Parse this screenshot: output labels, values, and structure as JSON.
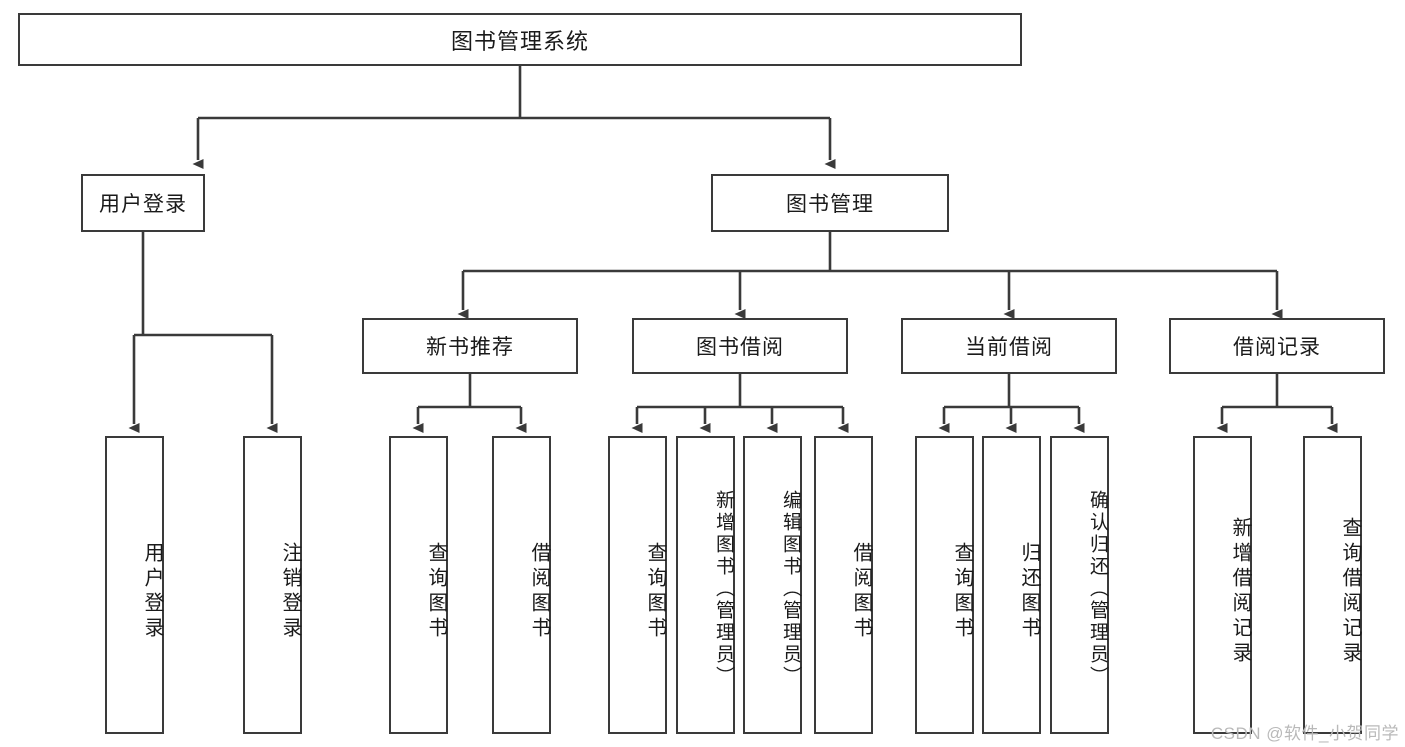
{
  "diagram": {
    "title": "图书管理系统",
    "type": "hierarchy-tree",
    "levels": 4,
    "nodes": {
      "root": "图书管理系统",
      "l1_user": "用户登录",
      "l1_book": "图书管理",
      "l2_newbook": "新书推荐",
      "l2_borrow": "图书借阅",
      "l2_current": "当前借阅",
      "l2_record": "借阅记录",
      "leaf_user_login": "用户登录",
      "leaf_user_logout": "注销登录",
      "leaf_new_query": "查询图书",
      "leaf_new_borrow": "借阅图书",
      "leaf_borrow_query": "查询图书",
      "leaf_borrow_add": "新增图书（管理员）",
      "leaf_borrow_edit": "编辑图书（管理员）",
      "leaf_borrow_lend": "借阅图书",
      "leaf_cur_query": "查询图书",
      "leaf_cur_return": "归还图书",
      "leaf_cur_confirm": "确认归还（管理员）",
      "leaf_rec_add": "新增借阅记录",
      "leaf_rec_query": "查询借阅记录"
    }
  },
  "watermark": {
    "text": "CSDN @软件_小贺同学"
  },
  "colors": {
    "border": "#3a3a3a",
    "background": "#ffffff",
    "text": "#1a1a1a",
    "watermark": "#b9b9b9"
  }
}
